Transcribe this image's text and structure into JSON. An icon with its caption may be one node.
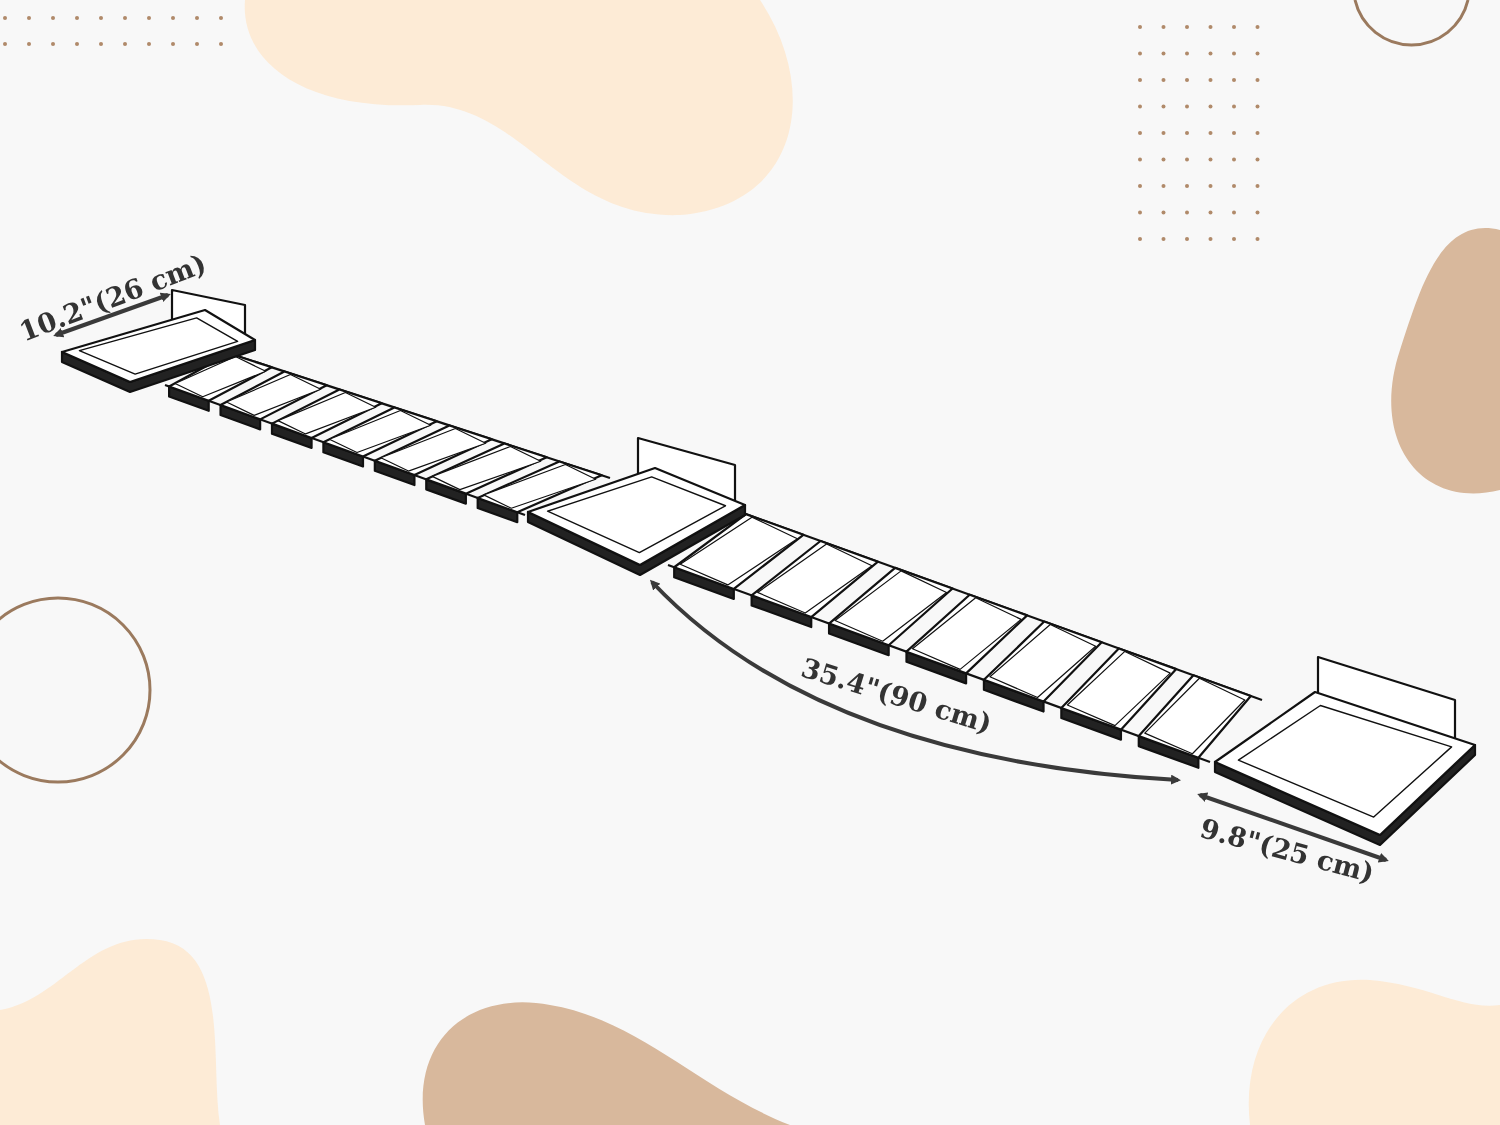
{
  "diagram": {
    "labels": [
      "10.2\"(26 cm)",
      "35.4\"(90 cm)",
      "9.8\"(25 cm)"
    ]
  }
}
